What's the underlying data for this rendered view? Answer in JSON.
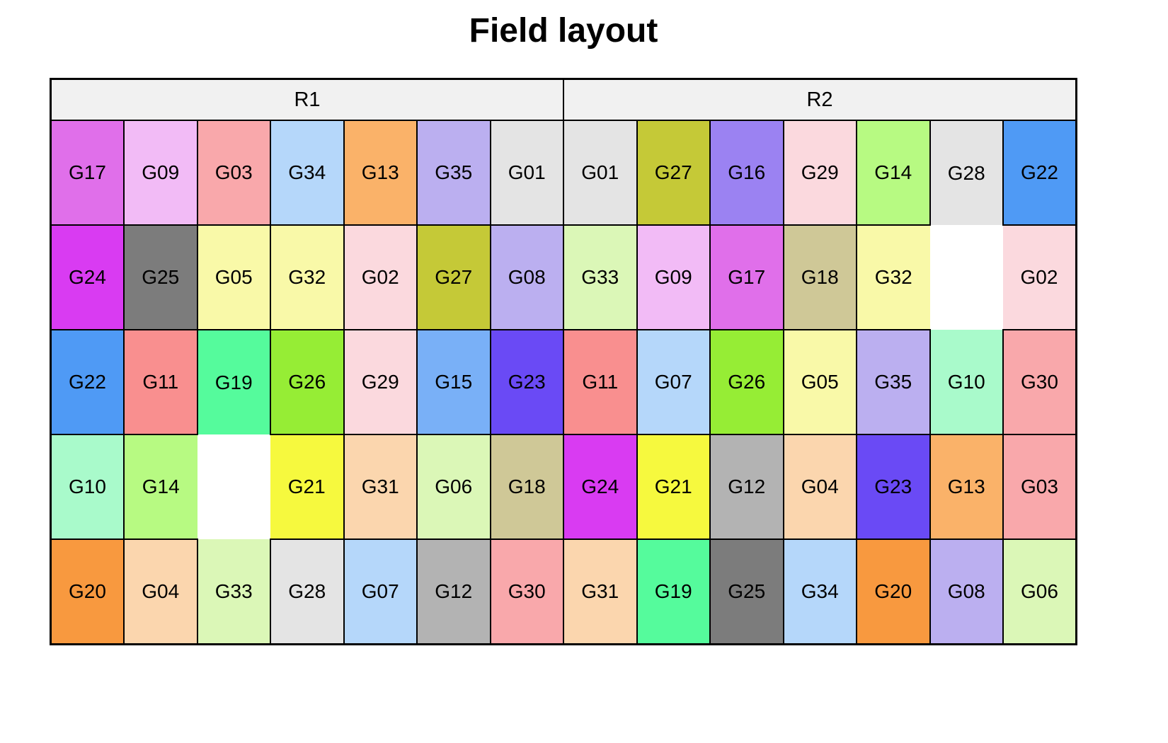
{
  "title": "Field layout",
  "style": {
    "background": "#FFFFFF",
    "border_color": "#000000",
    "header_bg": "#F1F1F1",
    "text_color": "#000000"
  },
  "chart_data": {
    "type": "table",
    "title": "Field layout",
    "description": "Field trial layout: 5 rows by 14 columns split into two replicate panels (R1 columns 1-7, R2 columns 8-14); each cell is a plot labelled with a genotype code and filled with that genotype's colour; two plots are empty",
    "rows": 5,
    "columns": 14,
    "panels": [
      {
        "label": "R1",
        "columns": 7
      },
      {
        "label": "R2",
        "columns": 7
      }
    ],
    "grid": [
      [
        "G17",
        "G09",
        "G03",
        "G34",
        "G13",
        "G35",
        "G01",
        "G01",
        "G27",
        "G16",
        "G29",
        "G14",
        "G28",
        "G22"
      ],
      [
        "G24",
        "G25",
        "G05",
        "G32",
        "G02",
        "G27",
        "G08",
        "G33",
        "G09",
        "G17",
        "G18",
        "G32",
        null,
        "G02"
      ],
      [
        "G22",
        "G11",
        "G19",
        "G26",
        "G29",
        "G15",
        "G23",
        "G11",
        "G07",
        "G26",
        "G05",
        "G35",
        "G10",
        "G30"
      ],
      [
        "G10",
        "G14",
        null,
        "G21",
        "G31",
        "G06",
        "G18",
        "G24",
        "G21",
        "G12",
        "G04",
        "G23",
        "G13",
        "G03"
      ],
      [
        "G20",
        "G04",
        "G33",
        "G28",
        "G07",
        "G12",
        "G30",
        "G31",
        "G19",
        "G25",
        "G34",
        "G20",
        "G08",
        "G06"
      ]
    ],
    "genotype_colors": {
      "G01": "#E4E4E4",
      "G02": "#FBD9DE",
      "G03": "#F9A8AB",
      "G04": "#FBD6AE",
      "G05": "#F9F9A8",
      "G06": "#DBF7B7",
      "G07": "#B5D7FA",
      "G08": "#BBAFF0",
      "G09": "#F2BBF6",
      "G10": "#A9FACB",
      "G11": "#F98F8F",
      "G12": "#B3B3B3",
      "G13": "#FAB269",
      "G14": "#B7FA82",
      "G15": "#79B0F7",
      "G16": "#9B82F2",
      "G17": "#E06FEA",
      "G18": "#CFC897",
      "G19": "#55FB9C",
      "G20": "#F8993F",
      "G21": "#F6F93E",
      "G22": "#4F9AF5",
      "G23": "#6A4AF5",
      "G24": "#D93BF2",
      "G25": "#7C7C7C",
      "G26": "#96ED35",
      "G27": "#C5C937",
      "G28": "#E4E4E4",
      "G29": "#FBD9DE",
      "G30": "#F9A8AB",
      "G31": "#FBD6AE",
      "G32": "#F9F9A8",
      "G33": "#DBF7B7",
      "G34": "#B5D7FA",
      "G35": "#BBAFF0"
    }
  }
}
